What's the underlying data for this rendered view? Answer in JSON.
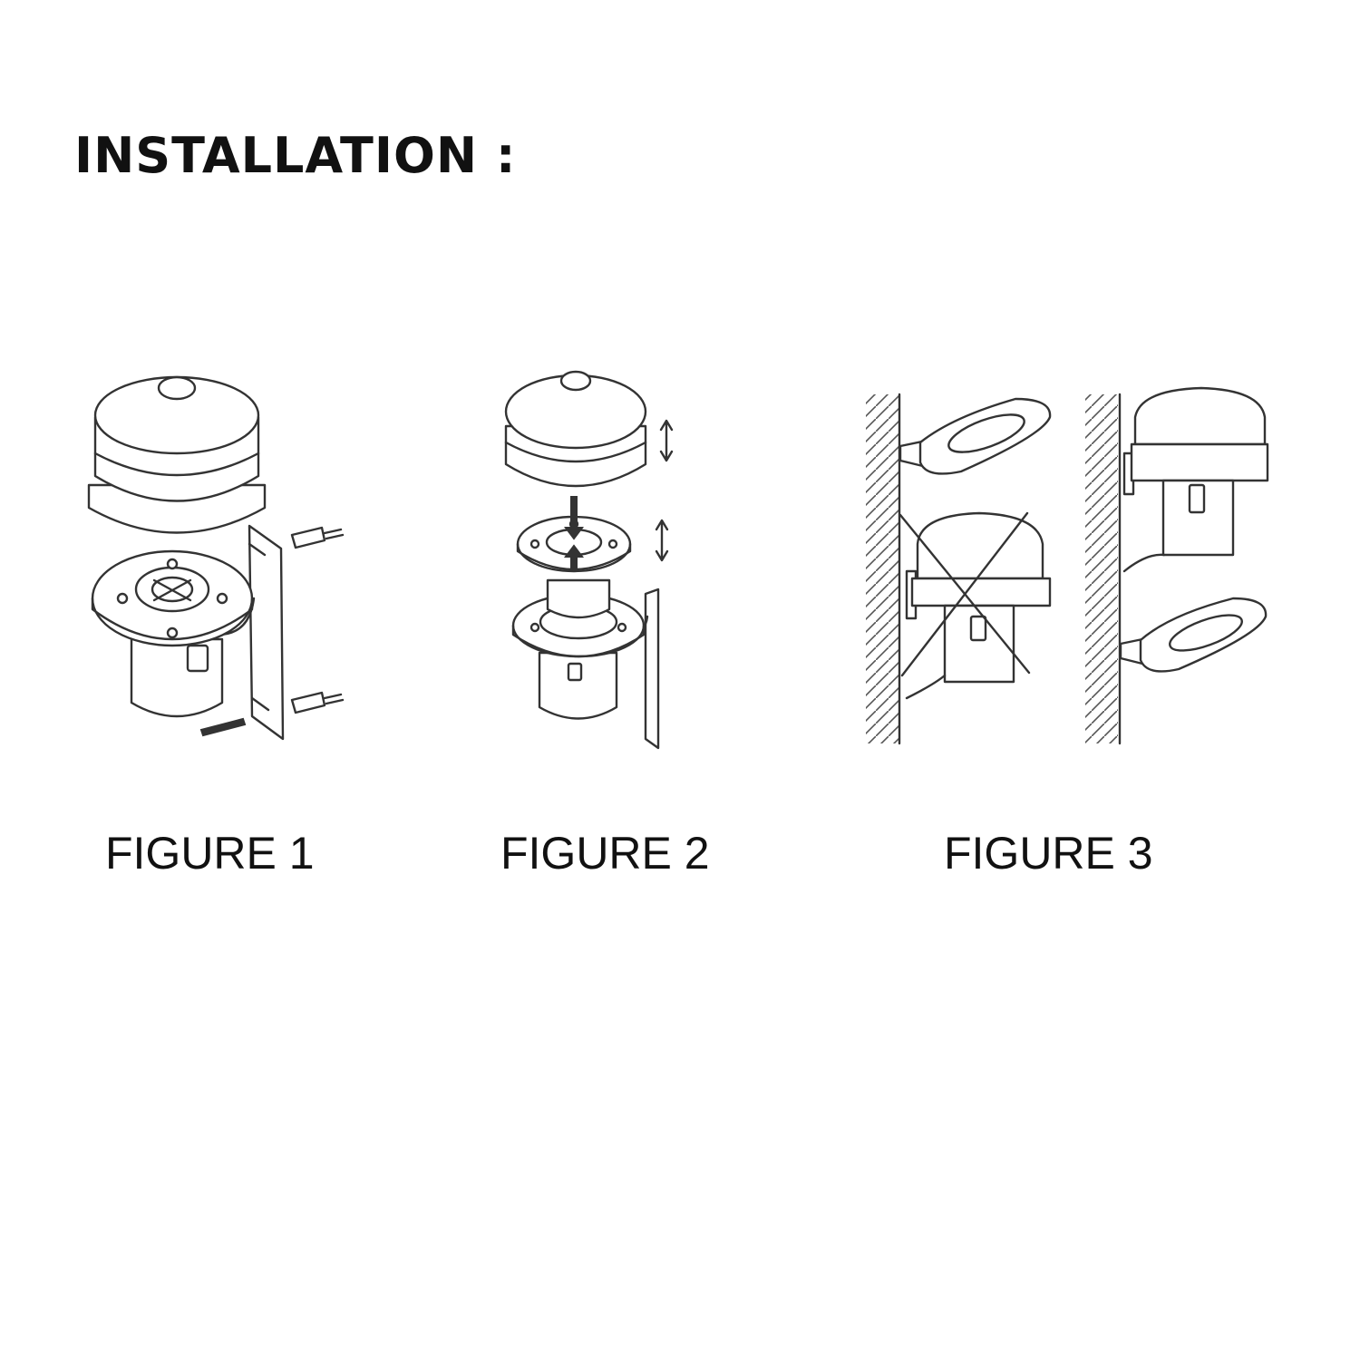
{
  "title": "INSTALLATION :",
  "figures": [
    {
      "caption": "FIGURE 1",
      "icon": "sensor-mounting-exploded-icon"
    },
    {
      "caption": "FIGURE 2",
      "icon": "sensor-assembly-arrows-icon"
    },
    {
      "caption": "FIGURE 3",
      "icon": "wall-orientation-icon"
    }
  ],
  "colors": {
    "line": "#333333",
    "text": "#111111",
    "background": "#ffffff"
  }
}
